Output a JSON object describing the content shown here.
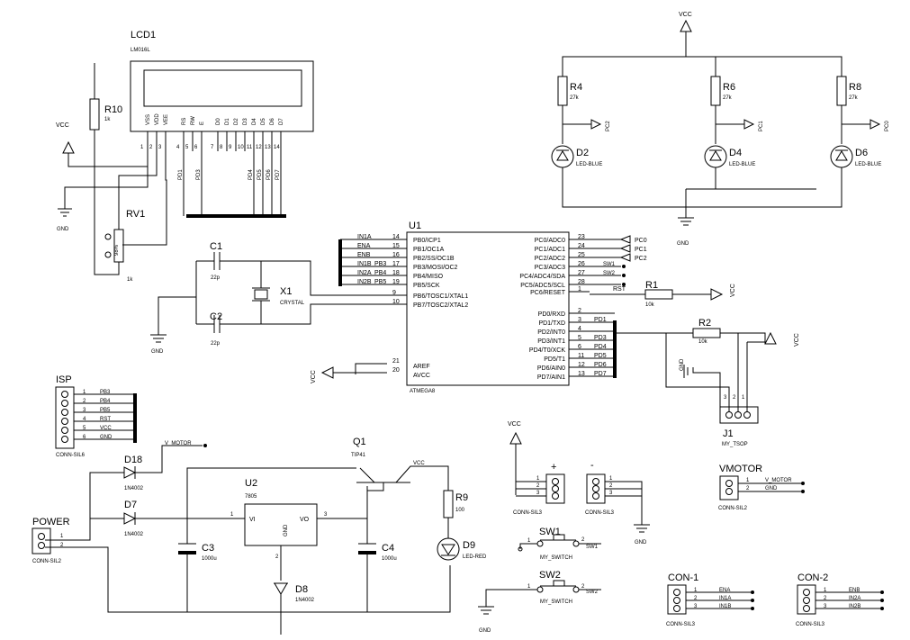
{
  "lcd": {
    "ref": "LCD1",
    "part": "LM016L",
    "pins": [
      "VSS",
      "VDD",
      "VEE",
      "RS",
      "RW",
      "E",
      "D0",
      "D1",
      "D2",
      "D3",
      "D4",
      "D5",
      "D6",
      "D7"
    ],
    "nums": [
      "1",
      "2",
      "3",
      "4",
      "5",
      "6",
      "7",
      "8",
      "9",
      "10",
      "11",
      "12",
      "13",
      "14"
    ],
    "nets": [
      "PD1",
      "PD3",
      "PD4",
      "PD5",
      "PD6",
      "PD7"
    ]
  },
  "r10": {
    "ref": "R10",
    "val": "1k"
  },
  "rv1": {
    "ref": "RV1",
    "val": "1k",
    "pct": "98%"
  },
  "vcc": "VCC",
  "gnd": "GND",
  "r4": {
    "ref": "R4",
    "val": "27k"
  },
  "r6": {
    "ref": "R6",
    "val": "27k"
  },
  "r8": {
    "ref": "R8",
    "val": "27k"
  },
  "d2": {
    "ref": "D2",
    "val": "LED-BLUE",
    "net": "PC2"
  },
  "d4": {
    "ref": "D4",
    "val": "LED-BLUE",
    "net": "PC1"
  },
  "d6": {
    "ref": "D6",
    "val": "LED-BLUE",
    "net": "PC0"
  },
  "c1": {
    "ref": "C1",
    "val": "22p"
  },
  "c2": {
    "ref": "C2",
    "val": "22p"
  },
  "x1": {
    "ref": "X1",
    "val": "CRYSTAL"
  },
  "u1": {
    "ref": "U1",
    "part": "ATMEGA8",
    "left": [
      {
        "net": "IN1A",
        "num": "14",
        "pin": "PB0/ICP1"
      },
      {
        "net": "ENA",
        "num": "15",
        "pin": "PB1/OC1A"
      },
      {
        "net": "ENB",
        "num": "16",
        "pin": "PB2/SS/OC1B"
      },
      {
        "net": "IN1B",
        "net2": "PB3",
        "num": "17",
        "pin": "PB3/MOSI/OC2"
      },
      {
        "net": "IN2A",
        "net2": "PB4",
        "num": "18",
        "pin": "PB4/MISO"
      },
      {
        "net": "IN2B",
        "net2": "PB5",
        "num": "19",
        "pin": "PB5/SCK"
      },
      {
        "net": "",
        "num": "9",
        "pin": "PB6/TOSC1/XTAL1"
      },
      {
        "net": "",
        "num": "10",
        "pin": "PB7/TOSC2/XTAL2"
      }
    ],
    "right": [
      {
        "pin": "PC0/ADC0",
        "num": "23",
        "net": "PC0"
      },
      {
        "pin": "PC1/ADC1",
        "num": "24",
        "net": "PC1"
      },
      {
        "pin": "PC2/ADC2",
        "num": "25",
        "net": "PC2"
      },
      {
        "pin": "PC3/ADC3",
        "num": "26",
        "net": "SW1"
      },
      {
        "pin": "PC4/ADC4/SDA",
        "num": "27",
        "net": "SW2"
      },
      {
        "pin": "PC5/ADC5/SCL",
        "num": "28",
        "net": ""
      },
      {
        "pin": "PC6/RESET",
        "num": "1",
        "net": "RST"
      }
    ],
    "right2": [
      {
        "pin": "PD0/RXD",
        "num": "2",
        "net": ""
      },
      {
        "pin": "PD1/TXD",
        "num": "3",
        "net": "PD1"
      },
      {
        "pin": "PD2/INT0",
        "num": "4",
        "net": ""
      },
      {
        "pin": "PD3/INT1",
        "num": "5",
        "net": "PD3"
      },
      {
        "pin": "PD4/T0/XCK",
        "num": "6",
        "net": "PD4"
      },
      {
        "pin": "PD5/T1",
        "num": "11",
        "net": "PD5"
      },
      {
        "pin": "PD6/AIN0",
        "num": "12",
        "net": "PD6"
      },
      {
        "pin": "PD7/AIN1",
        "num": "13",
        "net": "PD7"
      }
    ],
    "aref": {
      "pin": "AREF",
      "num": "21"
    },
    "avcc": {
      "pin": "AVCC",
      "num": "20"
    }
  },
  "r1": {
    "ref": "R1",
    "val": "10k"
  },
  "r2": {
    "ref": "R2",
    "val": "10k"
  },
  "j1": {
    "ref": "J1",
    "part": "MY_TSOP",
    "pins": [
      "3",
      "2",
      "1"
    ]
  },
  "isp": {
    "ref": "ISP",
    "part": "CONN-SIL6",
    "nets": [
      "PB3",
      "PB4",
      "PB5",
      "RST",
      "VCC",
      "GND"
    ],
    "nums": [
      "1",
      "2",
      "3",
      "4",
      "5",
      "6"
    ]
  },
  "d18": {
    "ref": "D18",
    "val": "1N4002"
  },
  "d7": {
    "ref": "D7",
    "val": "1N4002"
  },
  "d8": {
    "ref": "D8",
    "val": "1N4002"
  },
  "vmotor_net": "V_MOTOR",
  "q1": {
    "ref": "Q1",
    "val": "TIP41"
  },
  "u2": {
    "ref": "U2",
    "part": "7805",
    "vi": "VI",
    "vo": "VO",
    "gnd": "GND",
    "p1": "1",
    "p2": "2",
    "p3": "3"
  },
  "c3": {
    "ref": "C3",
    "val": "1000u"
  },
  "c4": {
    "ref": "C4",
    "val": "1000u"
  },
  "r9": {
    "ref": "R9",
    "val": "100"
  },
  "d9": {
    "ref": "D9",
    "val": "LED-RED"
  },
  "power": {
    "ref": "POWER",
    "part": "CONN-SIL2",
    "nums": [
      "1",
      "2"
    ]
  },
  "plus": "+",
  "minus": "-",
  "sil3a": {
    "part": "CONN-SIL3",
    "nums": [
      "1",
      "2",
      "3"
    ]
  },
  "sil3b": {
    "part": "CONN-SIL3",
    "nums": [
      "1",
      "2",
      "3"
    ]
  },
  "sw1": {
    "ref": "SW1",
    "part": "MY_SWITCH",
    "net": "SW1",
    "p1": "1",
    "p2": "2"
  },
  "sw2": {
    "ref": "SW2",
    "part": "MY_SWITCH",
    "net": "SW2",
    "p1": "1",
    "p2": "2"
  },
  "vmotor": {
    "ref": "VMOTOR",
    "part": "CONN-SIL2",
    "nets": [
      "V_MOTOR",
      "GND"
    ],
    "nums": [
      "1",
      "2"
    ]
  },
  "con1": {
    "ref": "CON-1",
    "part": "CONN-SIL3",
    "nets": [
      "ENA",
      "IN1A",
      "IN1B"
    ],
    "nums": [
      "1",
      "2",
      "3"
    ]
  },
  "con2": {
    "ref": "CON-2",
    "part": "CONN-SIL3",
    "nets": [
      "ENB",
      "IN2A",
      "IN2B"
    ],
    "nums": [
      "1",
      "2",
      "3"
    ]
  }
}
